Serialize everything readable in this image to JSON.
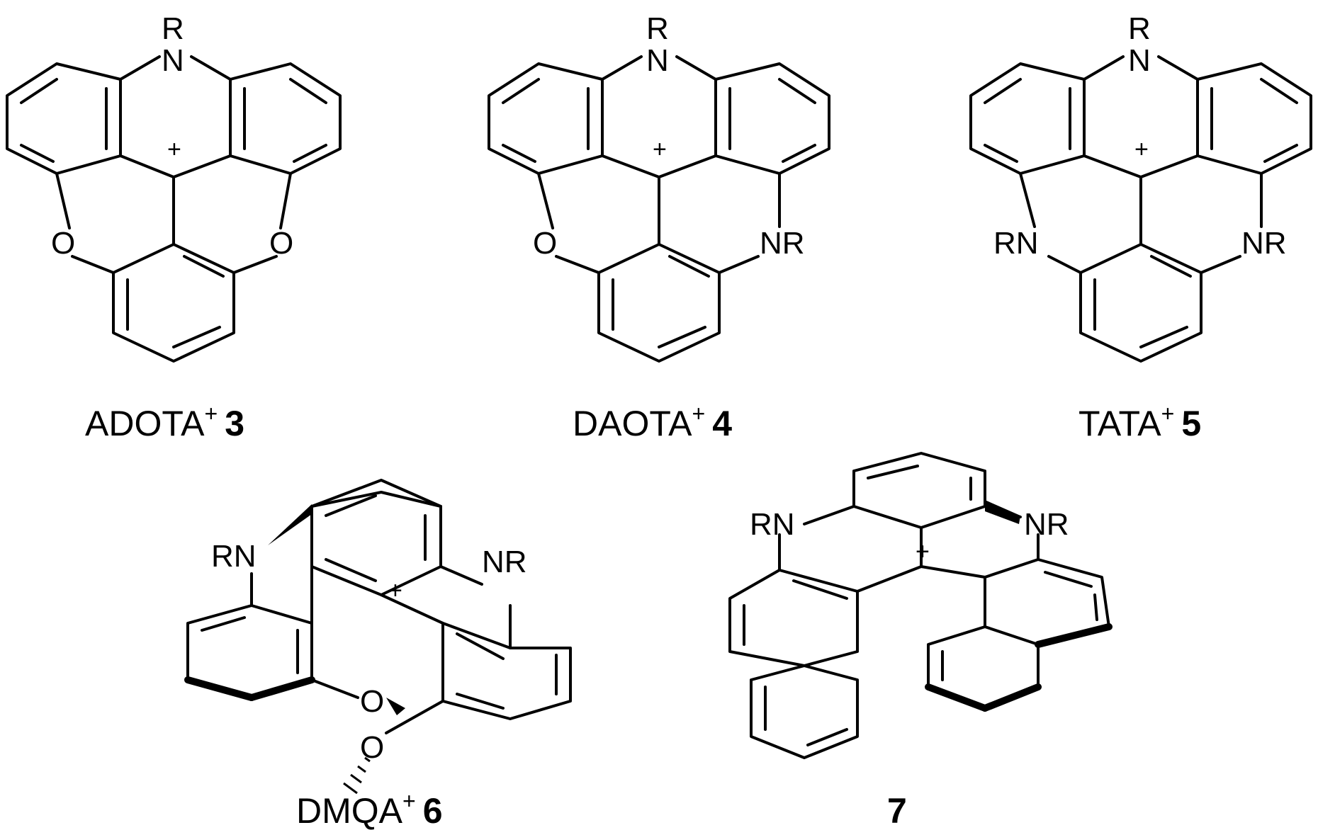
{
  "structures": [
    {
      "id": "adota",
      "caption_name": "ADOTA",
      "caption_charge": "+",
      "caption_number": "3",
      "atom_labels": {
        "n_top": "N",
        "r_top": "R",
        "o_left": "O",
        "o_right": "O"
      },
      "charge": "+"
    },
    {
      "id": "daota",
      "caption_name": "DAOTA",
      "caption_charge": "+",
      "caption_number": "4",
      "atom_labels": {
        "n_top": "N",
        "r_top": "R",
        "o_left": "O",
        "nr_right": "NR"
      },
      "charge": "+"
    },
    {
      "id": "tata",
      "caption_name": "TATA",
      "caption_charge": "+",
      "caption_number": "5",
      "atom_labels": {
        "n_top": "N",
        "r_top": "R",
        "rn_left": "RN",
        "nr_right": "NR"
      },
      "charge": "+"
    },
    {
      "id": "dmqa",
      "caption_name": "DMQA",
      "caption_charge": "+",
      "caption_number": "6",
      "atom_labels": {
        "rn_left": "RN",
        "nr_right": "NR",
        "o_upper": "O",
        "o_lower": "O"
      },
      "charge": "+"
    },
    {
      "id": "helicene7",
      "caption_name": "",
      "caption_charge": "",
      "caption_number": "7",
      "atom_labels": {
        "rn_left": "RN",
        "nr_right": "NR"
      },
      "charge": "+"
    }
  ]
}
